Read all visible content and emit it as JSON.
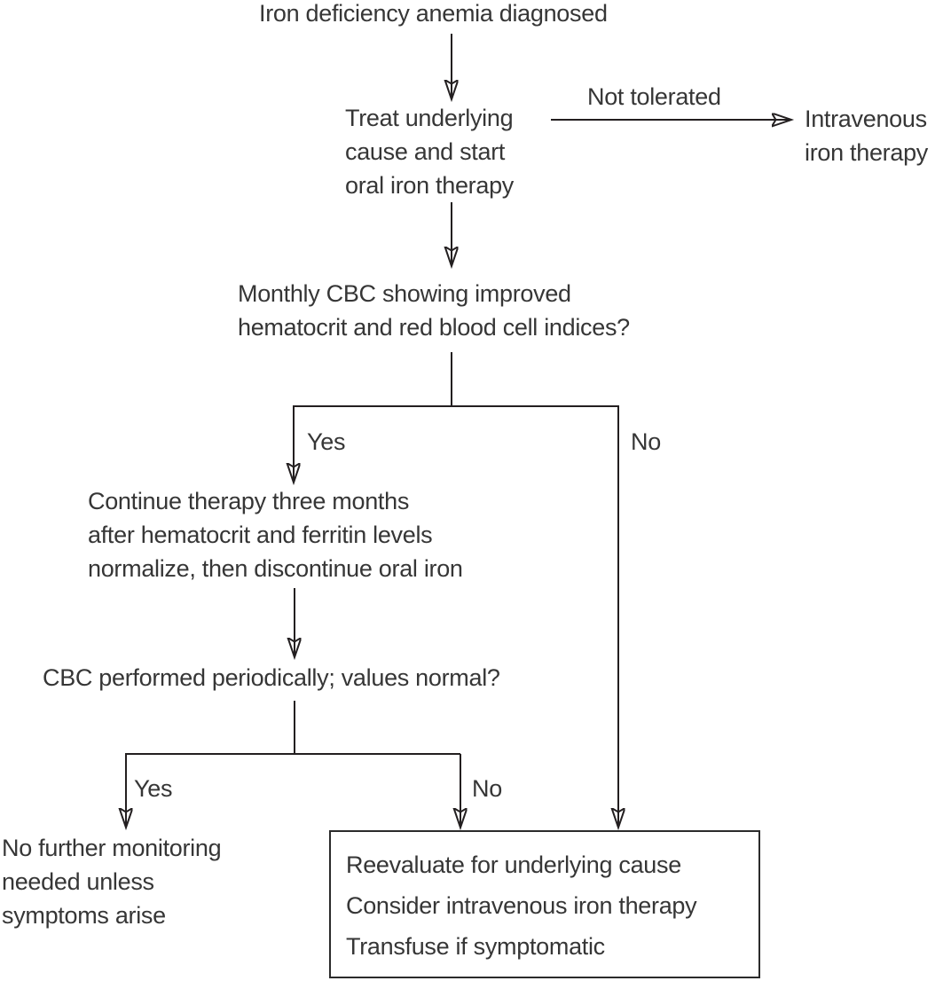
{
  "title": "Iron deficiency anemia diagnosed",
  "nodes": {
    "treat": {
      "lines": [
        "Treat underlying",
        "cause and start",
        "oral iron therapy"
      ]
    },
    "iv_therapy": {
      "lines": [
        "Intravenous",
        "iron therapy"
      ]
    },
    "monthly_cbc_question": {
      "lines": [
        "Monthly CBC showing improved",
        "hematocrit and red blood cell indices?"
      ]
    },
    "continue_therapy": {
      "lines": [
        "Continue therapy three months",
        "after hematocrit and ferritin levels",
        "normalize, then discontinue oral iron"
      ]
    },
    "periodic_cbc_question": {
      "lines": [
        "CBC performed periodically; values normal?"
      ]
    },
    "no_monitoring": {
      "lines": [
        "No further monitoring",
        "needed unless",
        "symptoms arise"
      ]
    },
    "reevaluate_box": {
      "lines": [
        "Reevaluate for underlying cause",
        "Consider intravenous iron therapy",
        "Transfuse if symptomatic"
      ]
    }
  },
  "edge_labels": {
    "not_tolerated": "Not tolerated",
    "yes_1": "Yes",
    "no_1": "No",
    "yes_2": "Yes",
    "no_2": "No"
  },
  "colors": {
    "text_color": "#363636",
    "line_color": "#231f20",
    "background_color": "#ffffff",
    "box_border_color": "#2b2b2b"
  }
}
